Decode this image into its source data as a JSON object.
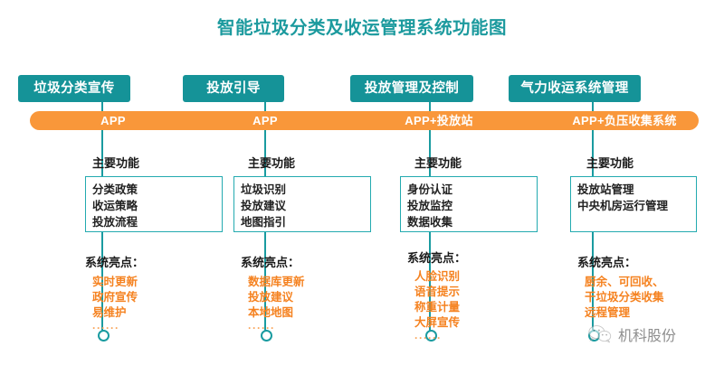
{
  "title": "智能垃圾分类及收运管理系统功能图",
  "theme": {
    "teal": "#159398",
    "teal_line": "#1a9ba0",
    "orange": "#f9973a",
    "orange_text": "#f58220",
    "title_color": "#1c9a9e"
  },
  "columns": [
    {
      "header": "垃圾分类宣传",
      "bar_label": "APP",
      "functions_title": "主要功能",
      "functions": [
        "分类政策",
        "收运策略",
        "投放流程"
      ],
      "highlights_title": "系统亮点：",
      "highlights": [
        "实时更新",
        "政府宣传",
        "易维护"
      ],
      "ellipsis": "······"
    },
    {
      "header": "投放引导",
      "bar_label": "APP",
      "functions_title": "主要功能",
      "functions": [
        "垃圾识别",
        "投放建议",
        "地图指引"
      ],
      "highlights_title": "系统亮点：",
      "highlights": [
        "数据库更新",
        "投放建议",
        "本地地图"
      ],
      "ellipsis": "······"
    },
    {
      "header": "投放管理及控制",
      "bar_label": "APP+投放站",
      "functions_title": "主要功能",
      "functions": [
        "身份认证",
        "投放监控",
        "数据收集"
      ],
      "highlights_title": "系统亮点：",
      "highlights": [
        "人脸识别",
        "语音提示",
        "称重计量",
        "大屏宣传"
      ],
      "ellipsis": "······"
    },
    {
      "header": "气力收运系统管理",
      "bar_label": "APP+负压收集系统",
      "functions_title": "主要功能",
      "functions": [
        "投放站管理",
        "中央机房运行管理"
      ],
      "highlights_title": "系统亮点：",
      "highlights": [
        "厨余、可回收、",
        "干垃圾分类收集",
        "远程管理"
      ],
      "ellipsis": ""
    }
  ],
  "watermark": {
    "text": "机科股份",
    "icon": "wechat-icon"
  }
}
